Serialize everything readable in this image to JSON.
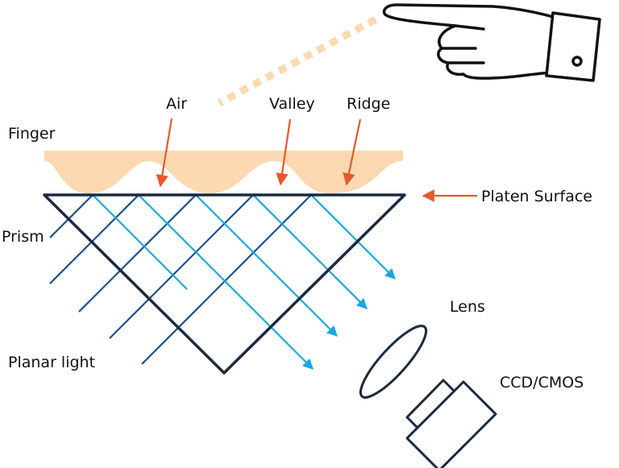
{
  "labels": {
    "finger": "Finger",
    "air": "Air",
    "valley": "Valley",
    "ridge": "Ridge",
    "platen_surface": "Platen Surface",
    "prism": "Prism",
    "planar_light": "Planar light",
    "lens": "Lens",
    "sensor": "CCD/CMOS"
  },
  "colors": {
    "finger_skin": "#fcd9b0",
    "pointer_arrow": "#e8582a",
    "incident_light": "#1a4f8c",
    "reflected_light": "#1aa6e4",
    "outline": "#1b2a41"
  }
}
